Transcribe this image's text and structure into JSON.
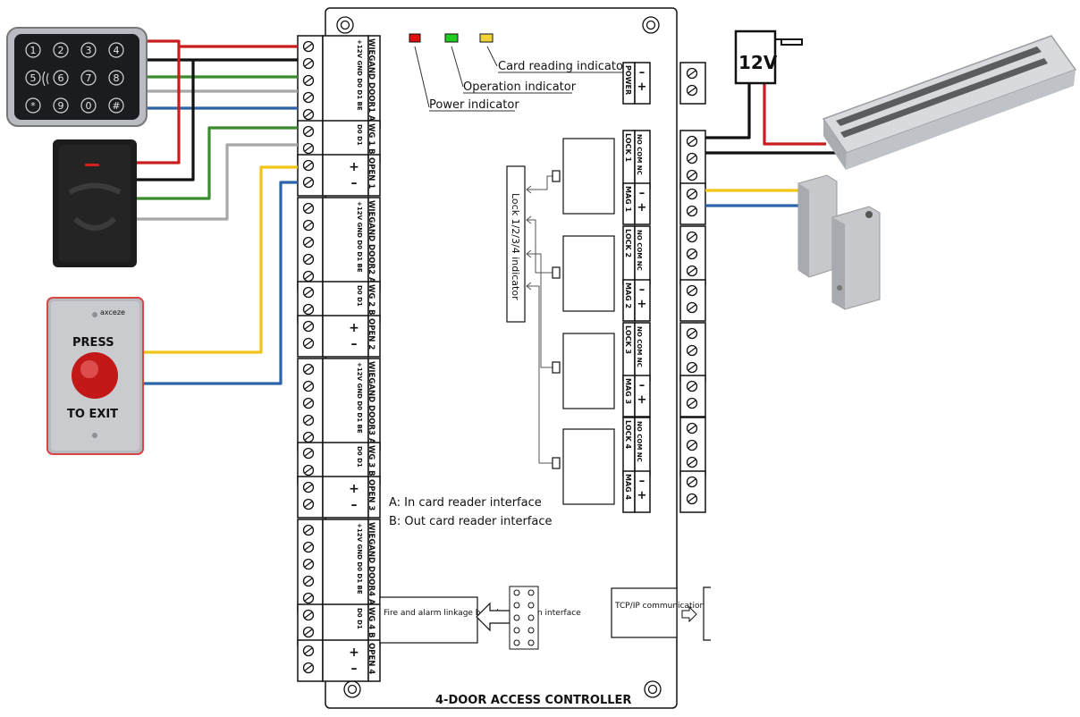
{
  "board": {
    "title": "4-DOOR ACCESS CONTROLLER",
    "indicators": {
      "card_reading": "Card reading indicator",
      "operation": "Operation indicator",
      "power": "Power indicator",
      "power_color": "#e01010",
      "operation_color": "#22cc22",
      "card_color": "#f2d23a"
    },
    "notes": {
      "a": "A: In card reader interface",
      "b": "B: Out card reader interface"
    },
    "lock_indicator_label": "Lock 1/2/3/4 indicator",
    "fire_alarm": "Fire and alarm linkage board expansion interface",
    "tcpip": "TCP/IP communication",
    "left_terminals": {
      "wiegand_pins": "+12V GND D0 D1 BE",
      "wg_pins": "D0 D1",
      "open_plus": "+",
      "open_minus": "–",
      "blocks": [
        {
          "wiegand": "WIEGAND DOOR1 A",
          "wg": "WG 1 B",
          "open": "OPEN 1"
        },
        {
          "wiegand": "WIEGAND DOOR2 A",
          "wg": "WG 2 B",
          "open": "OPEN 2"
        },
        {
          "wiegand": "WIEGAND DOOR3 A",
          "wg": "WG 3 B",
          "open": "OPEN 3"
        },
        {
          "wiegand": "WIEGAND DOOR4 A",
          "wg": "WG 4 B",
          "open": "OPEN 4"
        }
      ]
    },
    "right_terminals": {
      "power": "POWER",
      "lock_pins": "NO COM NC",
      "mag_plus": "+",
      "mag_minus": "–",
      "locks": [
        {
          "lock": "LOCK 1",
          "mag": "MAG 1"
        },
        {
          "lock": "LOCK 2",
          "mag": "MAG 2"
        },
        {
          "lock": "LOCK 3",
          "mag": "MAG 3"
        },
        {
          "lock": "LOCK 4",
          "mag": "MAG 4"
        }
      ]
    }
  },
  "devices": {
    "keypad": {
      "keys": [
        "1",
        "2",
        "3",
        "4",
        "5",
        "6",
        "7",
        "8",
        "*",
        "9",
        "0",
        "#"
      ]
    },
    "exit_button": {
      "brand": "axceze",
      "press": "PRESS",
      "to_exit": "TO EXIT"
    },
    "power_supply": {
      "label": "12V"
    }
  },
  "wire_colors": {
    "red": "#c81e1e",
    "black": "#111111",
    "green": "#3a8a2e",
    "gray": "#a8a8a8",
    "blue": "#2d63a8",
    "yellow": "#f2c318"
  }
}
